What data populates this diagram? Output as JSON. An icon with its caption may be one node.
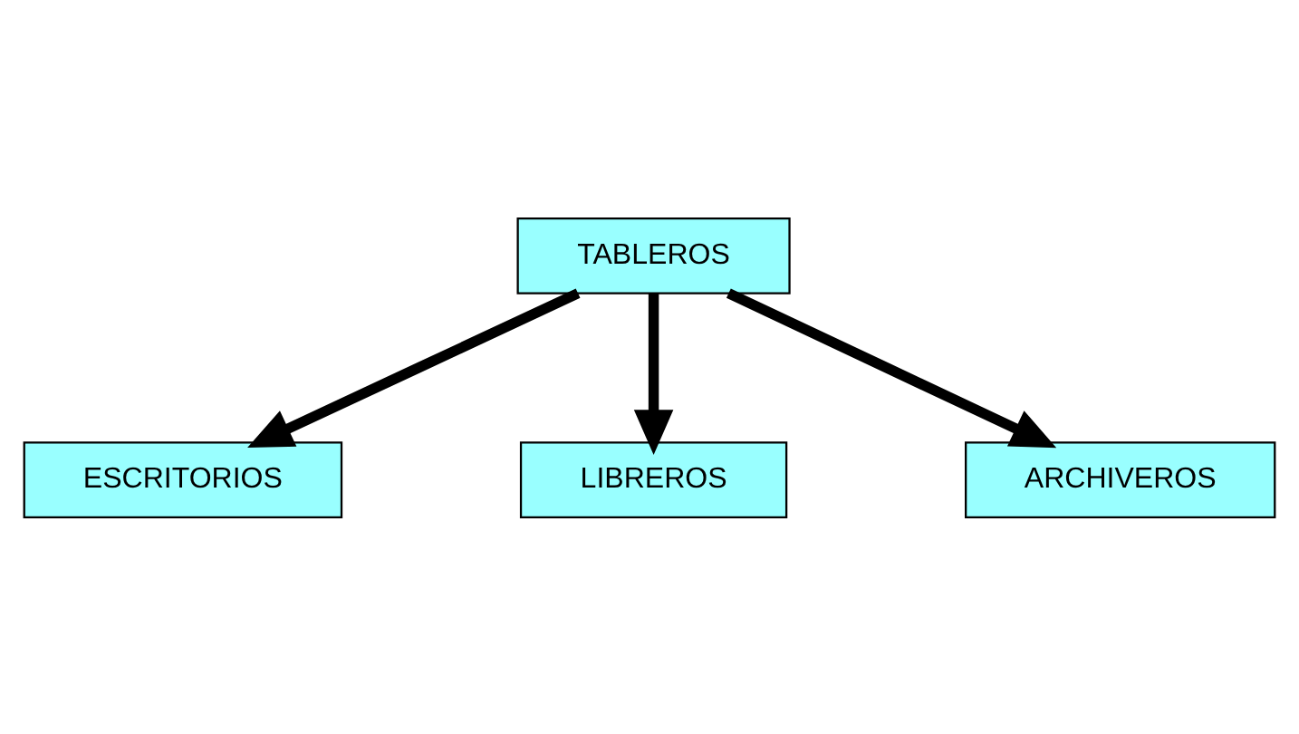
{
  "diagram": {
    "nodes": [
      {
        "text": [
          "TABLEROS"
        ]
      },
      {
        "text": [
          "ESCRITORIOS"
        ]
      },
      {
        "text": [
          "ARCHIVEROS"
        ]
      },
      {
        "text": [
          "LIBREROS"
        ]
      }
    ],
    "edges": [
      {
        "from": 0,
        "to": 1,
        "arrow": "to"
      },
      {
        "from": 0,
        "to": 3,
        "arrow": "to"
      },
      {
        "from": 0,
        "to": 2,
        "arrow": "to"
      }
    ]
  }
}
